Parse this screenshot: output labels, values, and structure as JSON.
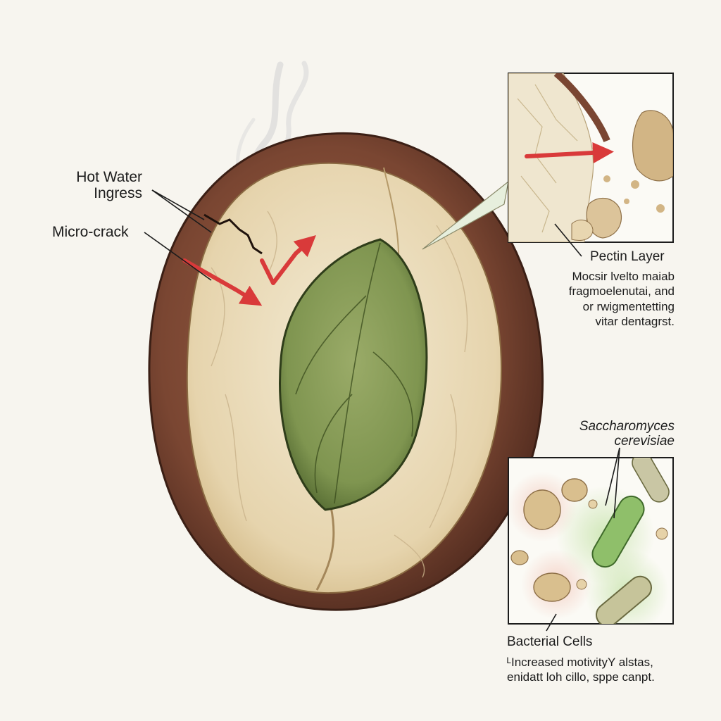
{
  "labels": {
    "hot_water_line1": "Hot Water",
    "hot_water_line2": "Ingress",
    "micro_crack": "Micro-crack",
    "pectin_title": "Pectin Layer",
    "pectin_desc_line1": "Mocsir lvelto maiab",
    "pectin_desc_line2": "fragmoelenutai, and",
    "pectin_desc_line3": "or rwigmentetting",
    "pectin_desc_line4": "vitar dentagrst.",
    "yeast_line1": "Saccharomyces",
    "yeast_line2": "cerevisiae",
    "bacteria_title": "Bacterial Cells",
    "bacteria_desc_line1": "ᴸIncreased motivityY alstas,",
    "bacteria_desc_line2": "enidatt loh cillo, sppe canpt."
  },
  "colors": {
    "background": "#f7f5ef",
    "hull": "#7a4632",
    "hull_dark": "#4f2a1e",
    "endosperm": "#eadbb8",
    "endosperm_light": "#f3ead3",
    "embryo": "#7f9550",
    "embryo_dark": "#556b32",
    "arrow_red": "#d93a3a",
    "cell_tan": "#d9bf8e",
    "cell_green": "#8fbf6a"
  },
  "icons": {
    "steam": "steam-wisps",
    "arrow": "red-arrow"
  }
}
